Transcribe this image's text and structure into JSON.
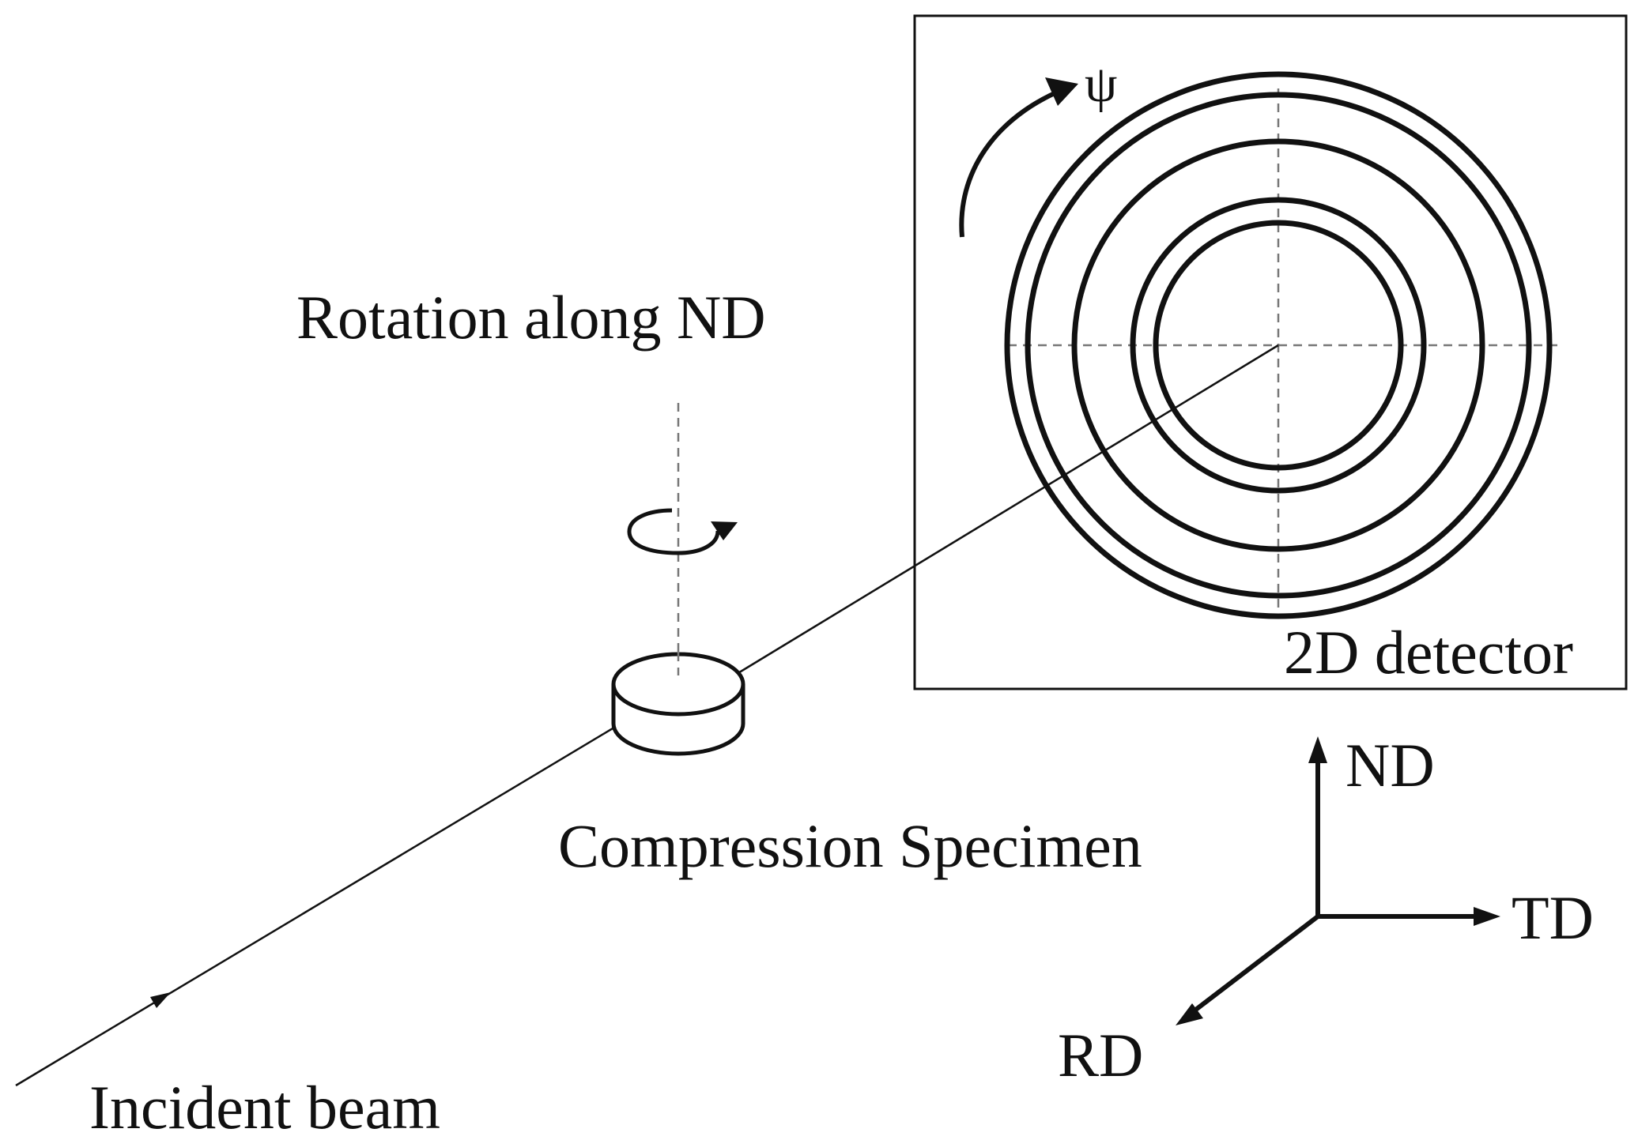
{
  "labels": {
    "rotation": "Rotation along ND",
    "specimen": "Compression Specimen",
    "incident": "Incident beam",
    "detector": "2D detector",
    "psi": "ψ",
    "nd": "ND",
    "td": "TD",
    "rd": "RD"
  },
  "detector": {
    "ring_count": 5
  },
  "colors": {
    "ink": "#111111",
    "dashed": "#777777"
  }
}
